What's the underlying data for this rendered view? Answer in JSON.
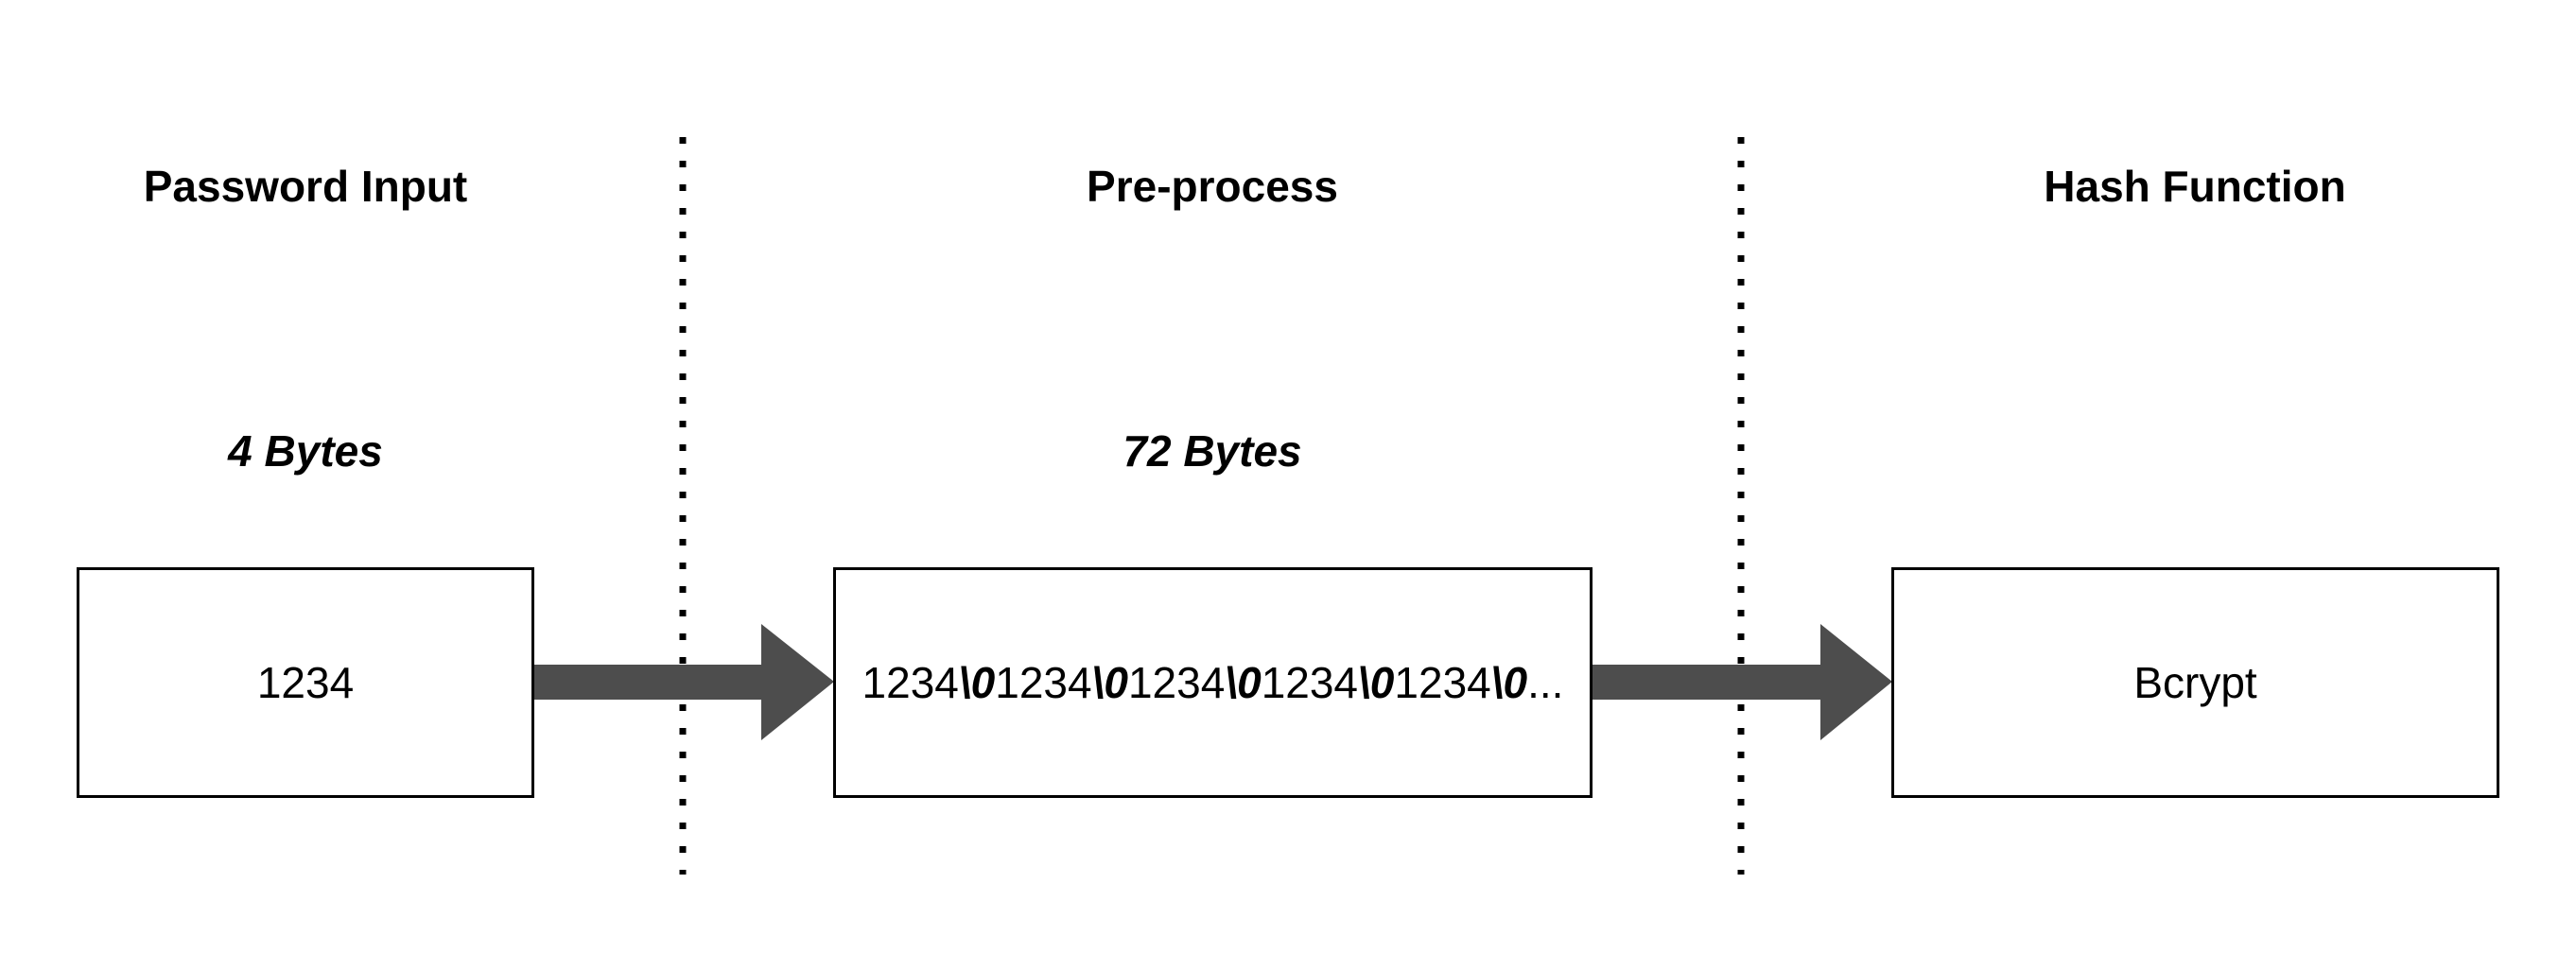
{
  "columns": [
    {
      "heading": "Password Input",
      "size_label": "4 Bytes",
      "box_text": "1234"
    },
    {
      "heading": "Pre-process",
      "size_label": "72 Bytes",
      "box_segments": [
        {
          "text": "1234",
          "style": "regular"
        },
        {
          "text": "\\0",
          "style": "bold-italic"
        },
        {
          "text": "1234",
          "style": "regular"
        },
        {
          "text": "\\0",
          "style": "bold-italic"
        },
        {
          "text": "1234",
          "style": "regular"
        },
        {
          "text": "\\0",
          "style": "bold-italic"
        },
        {
          "text": "1234",
          "style": "regular"
        },
        {
          "text": "\\0",
          "style": "bold-italic"
        },
        {
          "text": "1234",
          "style": "regular"
        },
        {
          "text": "\\0",
          "style": "bold-italic"
        },
        {
          "text": "...",
          "style": "regular"
        }
      ]
    },
    {
      "heading": "Hash Function",
      "size_label": "",
      "box_text": "Bcrypt"
    }
  ],
  "colors": {
    "arrow": "#4d4d4d",
    "border": "#000000",
    "divider": "#000000"
  }
}
